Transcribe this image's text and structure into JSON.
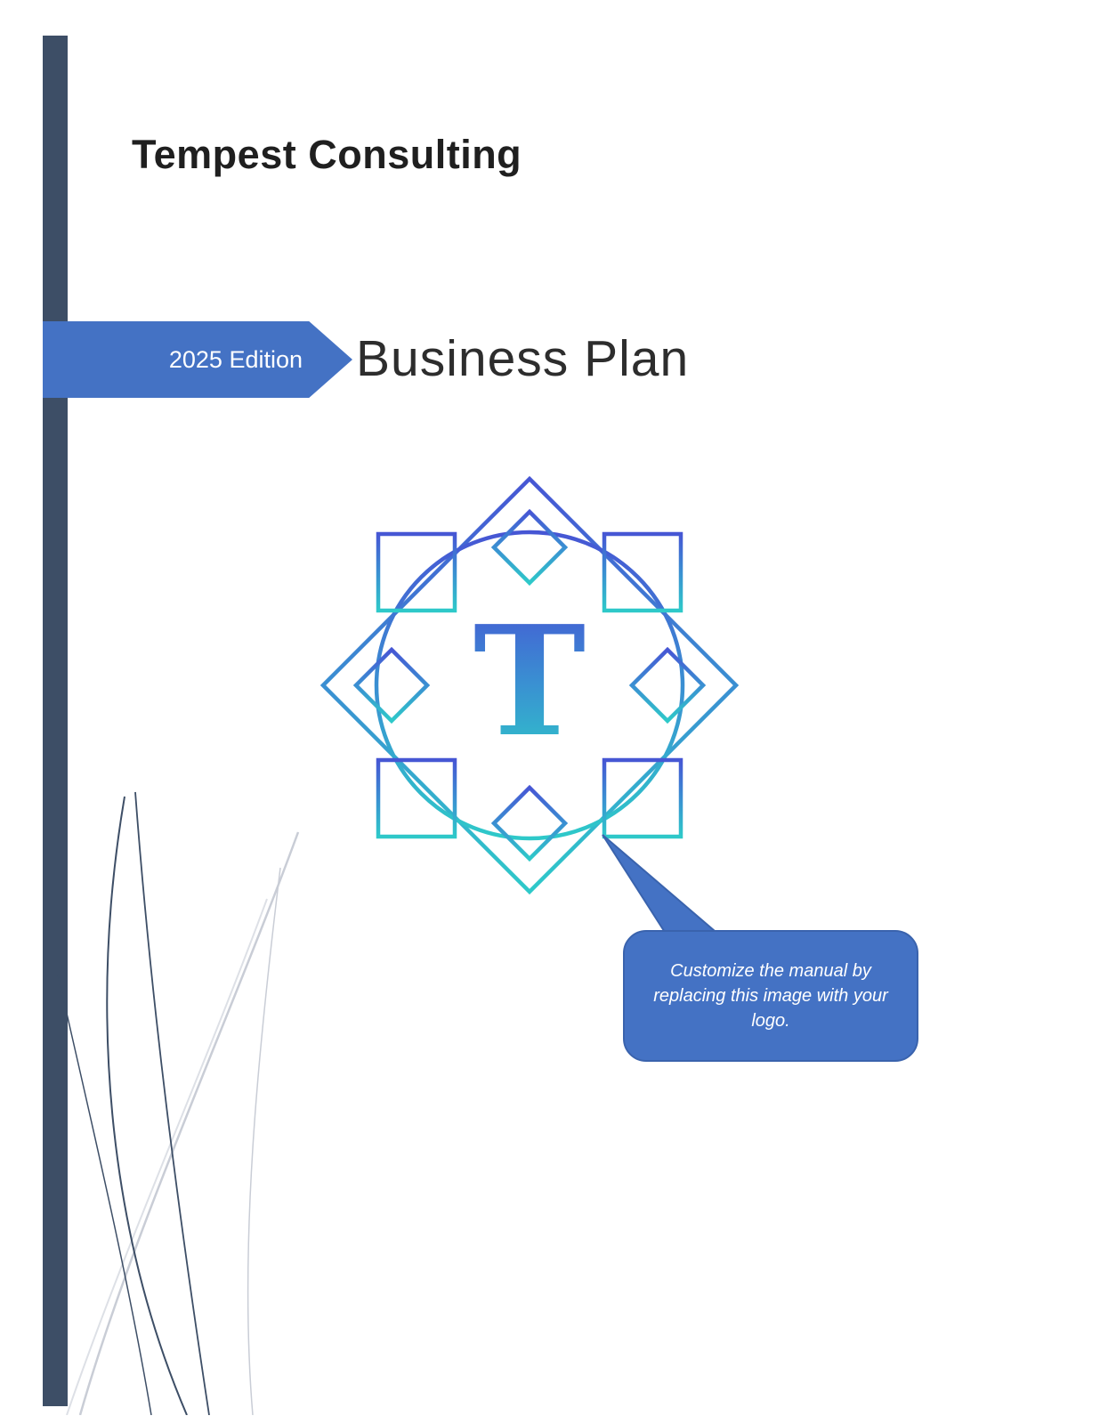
{
  "document": {
    "company_name": "Tempest Consulting",
    "banner": {
      "edition_label": "2025 Edition"
    },
    "title": "Business Plan",
    "logo": {
      "letter": "T"
    },
    "callout": {
      "text": "Customize the manual by replacing this image with your logo."
    },
    "colors": {
      "sidebar": "#3d4e66",
      "banner": "#4472c4",
      "callout_fill": "#4472c4",
      "callout_border": "#3a63ad",
      "logo_gradient_start": "#4656d4",
      "logo_gradient_mid": "#3a8fd2",
      "logo_gradient_end": "#2ec9c9",
      "title_text": "#1f1f1f",
      "curve_dark": "#3d4e66",
      "curve_light": "#c9cdd6"
    }
  }
}
